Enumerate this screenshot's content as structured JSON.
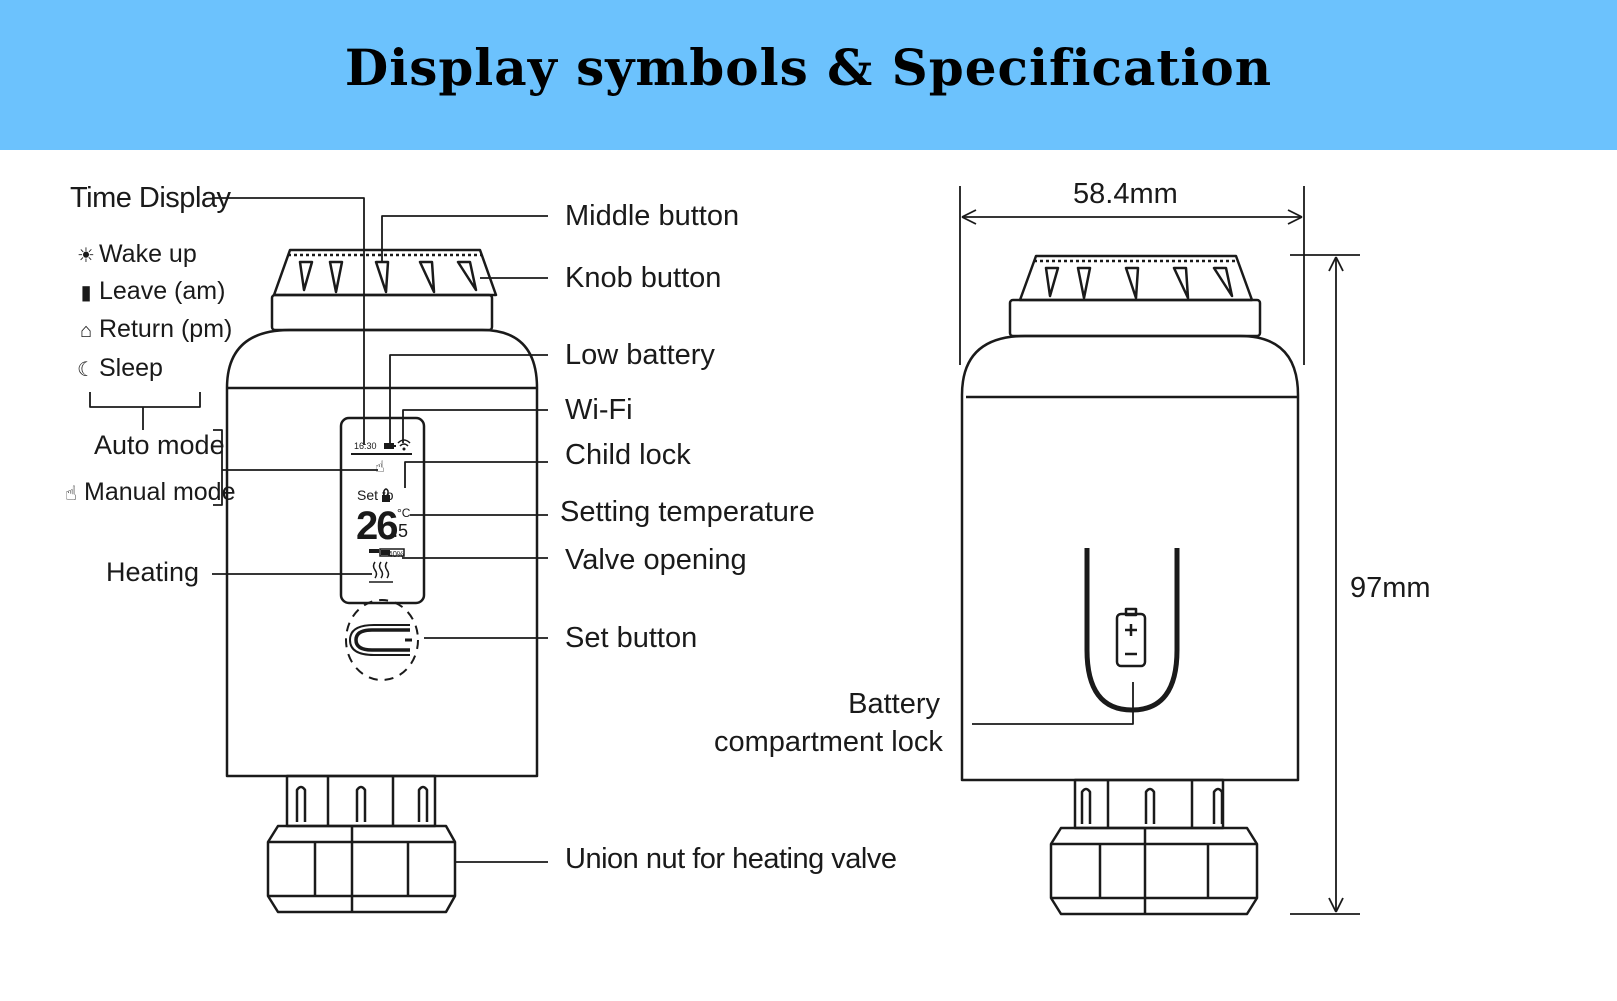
{
  "title": "Display symbols & Specification",
  "colors": {
    "banner": "#6cc2fd",
    "line": "#1a1a1a",
    "background": "#ffffff"
  },
  "left_labels": {
    "time_display": "Time Display",
    "wake_up": "Wake up",
    "leave_am": "Leave (am)",
    "return_pm": "Return (pm)",
    "sleep": "Sleep",
    "auto_mode": "Auto mode",
    "manual_mode": "Manual mode",
    "heating": "Heating"
  },
  "right_labels": {
    "middle_button": "Middle button",
    "knob_button": "Knob button",
    "low_battery": "Low battery",
    "wifi": "Wi-Fi",
    "child_lock": "Child lock",
    "setting_temperature": "Setting temperature",
    "valve_opening": "Valve opening",
    "set_button": "Set button",
    "union_nut": "Union nut for heating valve"
  },
  "screen": {
    "time": "16:30",
    "set_to": "Set to",
    "temp_main": "26",
    "temp_unit": "°C",
    "temp_decimal": ".5",
    "valve_percent": "40%"
  },
  "dimensions": {
    "width": "58.4mm",
    "height": "97mm",
    "battery_line1": "Battery",
    "battery_line2": "compartment lock"
  },
  "icons": [
    "sun-icon",
    "door-icon",
    "house-icon",
    "moon-icon",
    "hand-icon",
    "battery-icon",
    "wifi-icon",
    "lock-icon",
    "heating-icon"
  ]
}
